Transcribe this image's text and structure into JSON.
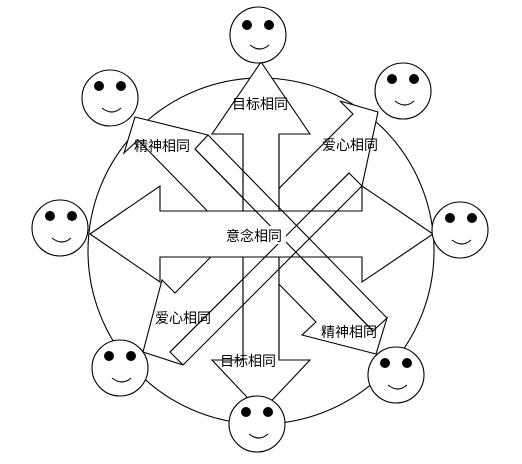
{
  "labels": {
    "center": "意念相同",
    "top": "目标相同",
    "bottom": "目标相同",
    "top_left": "精神相同",
    "bottom_right": "精神相同",
    "top_right": "爱心相同",
    "bottom_left": "爱心相同"
  }
}
